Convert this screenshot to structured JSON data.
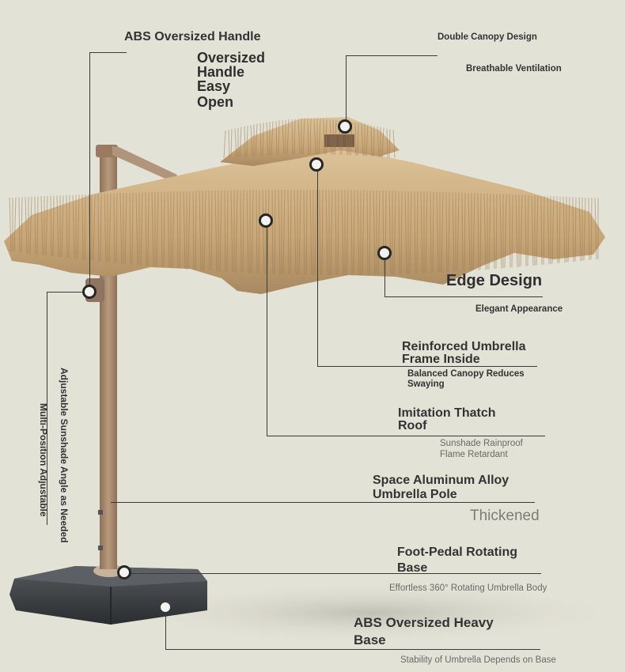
{
  "colors": {
    "background": "#e3e2d6",
    "thatch": "#c9a878",
    "pole": "#a8876a",
    "base": "#3b3f43",
    "canopy_underside": "#a39a87"
  },
  "callouts": {
    "handle_title": "ABS Oversized Handle",
    "handle_desc_lines": [
      "Oversized",
      "Handle",
      "Easy",
      "Open"
    ],
    "double_canopy": "Double Canopy Design",
    "breathable": "Breathable Ventilation",
    "edge_title": "Edge Design",
    "edge_sub": "Elegant Appearance",
    "frame_title_lines": [
      "Reinforced Umbrella",
      "Frame Inside"
    ],
    "frame_sub_lines": [
      "Balanced Canopy Reduces",
      "Swaying"
    ],
    "roof_title_lines": [
      "Imitation Thatch",
      "Roof"
    ],
    "roof_sub_lines": [
      "Sunshade Rainproof",
      "Flame Retardant"
    ],
    "pole_title_lines": [
      "Space Aluminum Alloy",
      "Umbrella Pole"
    ],
    "pole_sub": "Thickened",
    "pedal_title_lines": [
      "Foot-Pedal Rotating",
      "Base"
    ],
    "pedal_sub": "Effortless 360° Rotating Umbrella Body",
    "base_title_lines": [
      "ABS Oversized Heavy",
      "Base"
    ],
    "base_sub": "Stability of Umbrella Depends on Base",
    "vertical_1": "Adjustable Sunshade Angle as Needed",
    "vertical_2": "Multi-Position Adjustable"
  }
}
